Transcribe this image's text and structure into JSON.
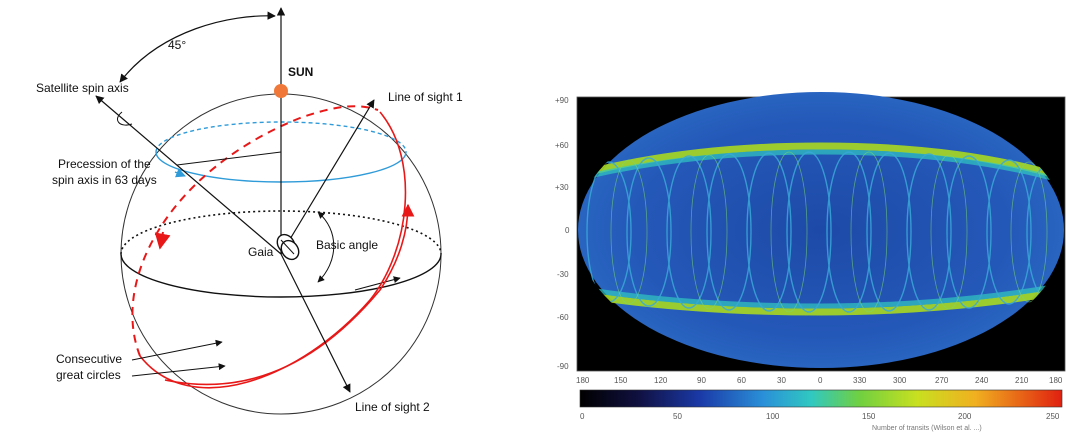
{
  "diagram": {
    "labels": {
      "angle": "45°",
      "sun": "SUN",
      "spin_axis": "Satellite spin axis",
      "line_of_sight_1": "Line of sight 1",
      "precession_1": "Precession of the",
      "precession_2": "spin axis in 63 days",
      "gaia": "Gaia",
      "basic_angle": "Basic angle",
      "circles_1": "Consecutive",
      "circles_2": "great circles",
      "line_of_sight_2": "Line of sight 2"
    },
    "colors": {
      "sun": "#f07838",
      "great_circle": "#e81818",
      "precession": "#2f9bd8"
    }
  },
  "map": {
    "y_ticks": [
      "+90",
      "+60",
      "+30",
      "0",
      "-30",
      "-60",
      "-90"
    ],
    "x_ticks": [
      "180",
      "150",
      "120",
      "90",
      "60",
      "30",
      "0",
      "330",
      "300",
      "270",
      "240",
      "210",
      "180"
    ],
    "colorbar_ticks": [
      "0",
      "50",
      "100",
      "150",
      "200",
      "250"
    ],
    "colorbar_label": "Number of transits (Wilson et al. ...)",
    "colors": {
      "background": "#000000",
      "field": "#1f4fb0",
      "band": "#a8d820"
    }
  }
}
